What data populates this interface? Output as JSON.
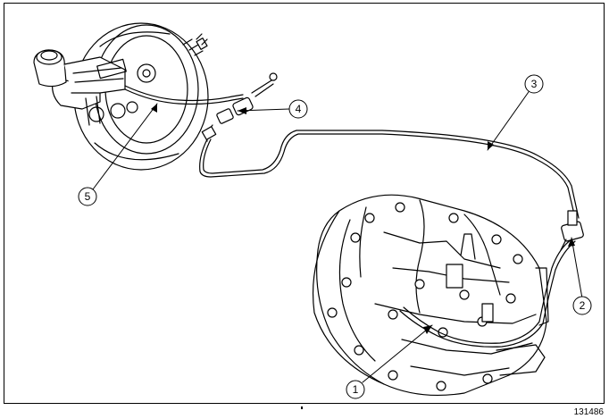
{
  "figure": {
    "reference_number": "131486",
    "callouts": [
      {
        "id": "c1",
        "label": "1"
      },
      {
        "id": "c2",
        "label": "2"
      },
      {
        "id": "c3",
        "label": "3"
      },
      {
        "id": "c4",
        "label": "4"
      },
      {
        "id": "c5",
        "label": "5"
      }
    ]
  },
  "colors": {
    "line": "#000000",
    "background": "#ffffff",
    "shade": "#d9d9d9"
  }
}
